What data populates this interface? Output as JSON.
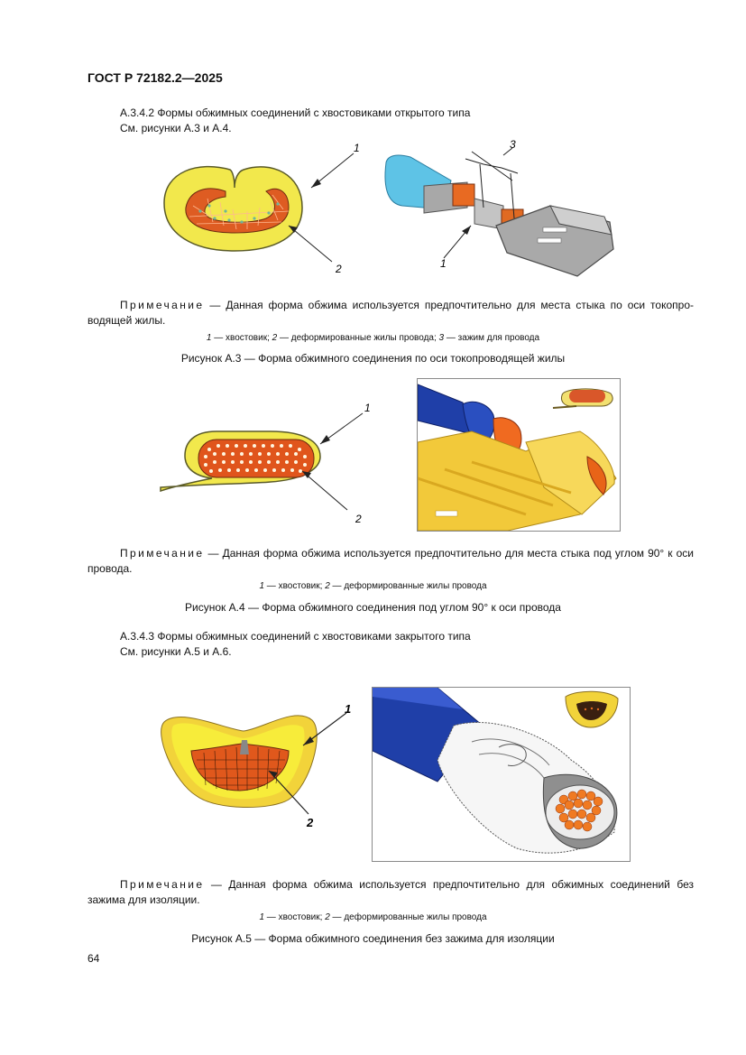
{
  "header": {
    "doc_id": "ГОСТ Р 72182.2—2025"
  },
  "sec_a342": {
    "title": "А.3.4.2 Формы обжимных соединений с хвостовиками открытого типа",
    "see": "См. рисунки А.3 и А.4."
  },
  "fig_a3": {
    "callouts": {
      "c1a": "1",
      "c2": "2",
      "c3": "3",
      "c1b": "1"
    },
    "note_label": "Примечание",
    "note_text": " — Данная форма обжима используется предпочтительно для места стыка по оси токопро-водящей жилы.",
    "legend": [
      {
        "num": "1",
        "text": " — хвостовик; "
      },
      {
        "num": "2",
        "text": " — деформированные жилы провода; "
      },
      {
        "num": "3",
        "text": " — зажим для провода"
      }
    ],
    "caption": "Рисунок А.3 — Форма обжимного соединения по оси токопроводящей жилы"
  },
  "fig_a4": {
    "callouts": {
      "c1": "1",
      "c2": "2"
    },
    "note_label": "Примечание",
    "note_text": " — Данная форма обжима используется предпочтительно для места стыка под углом 90° к оси провода.",
    "legend": [
      {
        "num": "1",
        "text": " — хвостовик; "
      },
      {
        "num": "2",
        "text": " — деформированные жилы провода"
      }
    ],
    "caption": "Рисунок А.4 — Форма обжимного соединения под углом 90° к оси провода"
  },
  "sec_a343": {
    "title": "А.3.4.3 Формы обжимных соединений с хвостовиками закрытого типа",
    "see": "См. рисунки А.5 и А.6."
  },
  "fig_a5": {
    "callouts": {
      "c1": "1",
      "c2": "2"
    },
    "note_label": "Примечание",
    "note_text": " — Данная форма обжима используется предпочтительно для обжимных соединений без зажима для изоляции.",
    "legend": [
      {
        "num": "1",
        "text": " — хвостовик; "
      },
      {
        "num": "2",
        "text": " — деформированные жилы провода"
      }
    ],
    "caption": "Рисунок А.5 — Форма обжимного соединения без зажима для изоляции"
  },
  "footer": {
    "page_number": "64"
  },
  "colors": {
    "yellow": "#f4e94a",
    "copper": "#e05a1e",
    "cable_blue": "#1f3fa8",
    "light_blue": "#5ec3e6",
    "metal_gray": "#9c9c9c"
  }
}
